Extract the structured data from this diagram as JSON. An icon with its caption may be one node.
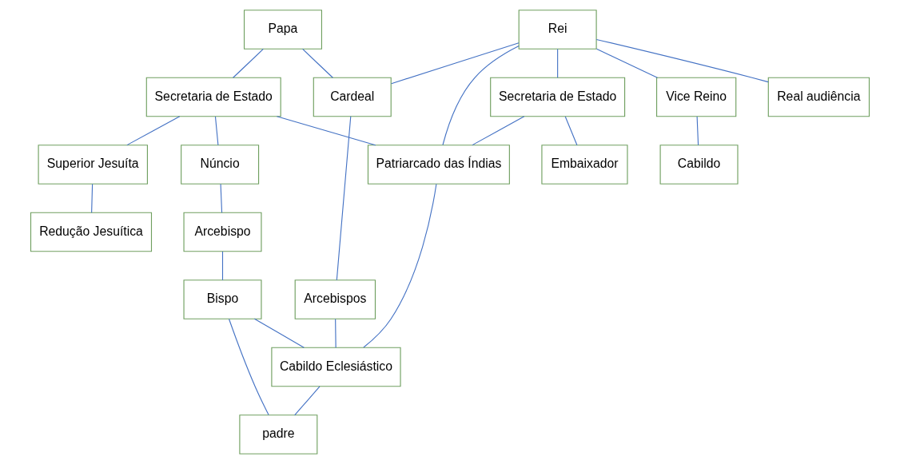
{
  "diagram": {
    "nodes": [
      {
        "text": [
          "Papa"
        ]
      },
      {
        "text": [
          "Secretaria de Estado"
        ]
      },
      {
        "text": [
          "Superior Jesuíta"
        ]
      },
      {
        "text": [
          "Cardeal"
        ]
      },
      {
        "text": [
          "Rei"
        ]
      },
      {
        "text": [
          "Secretaria de Estado"
        ]
      },
      {
        "text": [
          "Patriarcado das Índias"
        ]
      },
      {
        "text": [
          "Embaixador"
        ]
      },
      {
        "text": [
          "Núncio"
        ]
      },
      {
        "text": [
          "Arcebispos"
        ]
      },
      {
        "text": [
          "Arcebispo"
        ]
      },
      {
        "text": [
          "Real audiência"
        ]
      },
      {
        "text": [
          "Vice Reino"
        ]
      },
      {
        "text": [
          "Bispo"
        ]
      },
      {
        "text": [
          "Cabildo Eclesiástico"
        ]
      },
      {
        "text": [
          "Redução Jesuítica"
        ]
      },
      {
        "text": [
          "Cabildo"
        ]
      },
      {
        "text": [
          "padre"
        ]
      }
    ],
    "edges": [
      {
        "from": 0,
        "to": 1,
        "arrow": "none"
      },
      {
        "from": 0,
        "to": 3,
        "arrow": "none"
      },
      {
        "from": 1,
        "to": 2,
        "arrow": "none"
      },
      {
        "from": 1,
        "to": 6,
        "arrow": "none"
      },
      {
        "from": 1,
        "to": 8,
        "arrow": "none"
      },
      {
        "from": 2,
        "to": 15,
        "arrow": "none"
      },
      {
        "from": 4,
        "to": 3,
        "arrow": "none"
      },
      {
        "from": 4,
        "to": 6,
        "arrow": "none"
      },
      {
        "from": 4,
        "to": 5,
        "arrow": "none"
      },
      {
        "from": 5,
        "to": 6,
        "arrow": "none"
      },
      {
        "from": 5,
        "to": 7,
        "arrow": "none"
      },
      {
        "from": 4,
        "to": 11,
        "arrow": "none"
      },
      {
        "from": 4,
        "to": 12,
        "arrow": "none"
      },
      {
        "from": 12,
        "to": 16,
        "arrow": "none"
      },
      {
        "from": 3,
        "to": 9,
        "arrow": "none"
      },
      {
        "from": 9,
        "to": 14,
        "arrow": "none"
      },
      {
        "from": 6,
        "to": 14,
        "arrow": "none"
      },
      {
        "from": 8,
        "to": 10,
        "arrow": "none"
      },
      {
        "from": 10,
        "to": 13,
        "arrow": "none"
      },
      {
        "from": 13,
        "to": 14,
        "arrow": "none"
      },
      {
        "from": 13,
        "to": 17,
        "arrow": "none"
      },
      {
        "from": 14,
        "to": 17,
        "arrow": "none"
      }
    ]
  }
}
